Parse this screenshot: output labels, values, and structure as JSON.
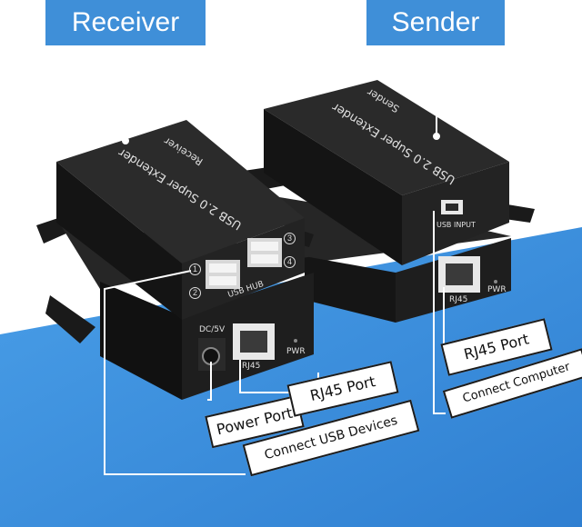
{
  "headers": {
    "receiver": "Receiver",
    "sender": "Sender"
  },
  "receiver_device": {
    "title": "USB 2.0 Super Extender",
    "subtitle": "Receiver",
    "port_labels": {
      "usb_hub": "USB HUB",
      "dc": "DC/5V",
      "rj45": "RJ45",
      "pwr": "PWR"
    },
    "port_numbers": [
      "1",
      "2",
      "3",
      "4"
    ]
  },
  "sender_device": {
    "title": "USB 2.0 Super Extender",
    "subtitle": "Sender",
    "port_labels": {
      "usb_input": "USB INPUT",
      "rj45": "RJ45",
      "pwr": "PWR"
    }
  },
  "callouts": {
    "power_port": "Power Port",
    "rj45_port_left": "RJ45 Port",
    "connect_usb_devices": "Connect USB Devices",
    "rj45_port_right": "RJ45 Port",
    "connect_computer": "Connect Computer"
  },
  "colors": {
    "accent_blue": "#3f8fd8",
    "device_black": "#1c1c1c"
  }
}
